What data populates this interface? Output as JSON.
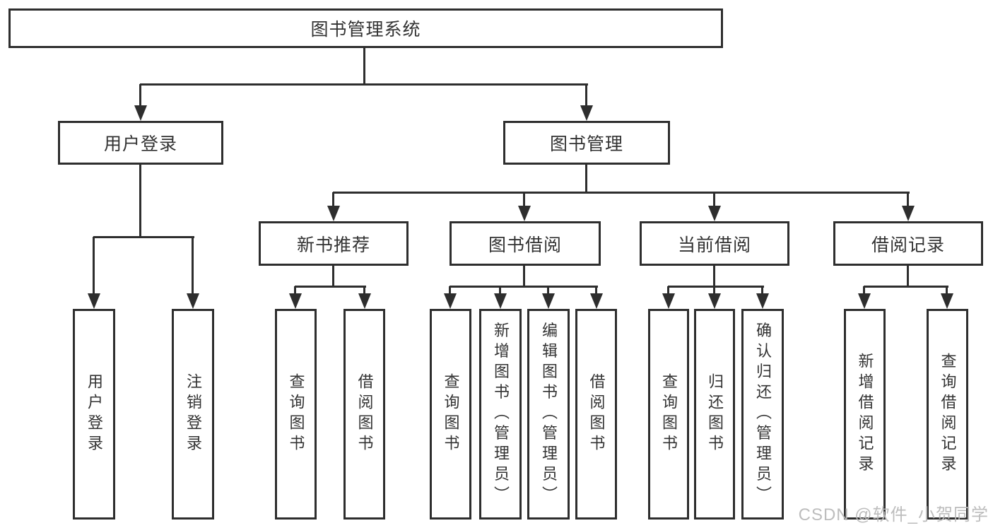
{
  "title": {
    "label": "图书管理系统"
  },
  "branches": {
    "user_login": {
      "label": "用户登录",
      "children": [
        {
          "label": "用户登录"
        },
        {
          "label": "注销登录"
        }
      ]
    },
    "book_mgmt": {
      "label": "图书管理",
      "children": [
        {
          "label": "新书推荐",
          "children": [
            {
              "label": "查询图书"
            },
            {
              "label": "借阅图书"
            }
          ]
        },
        {
          "label": "图书借阅",
          "children": [
            {
              "label": "查询图书"
            },
            {
              "label": "新增图书（管理员）"
            },
            {
              "label": "编辑图书（管理员）"
            },
            {
              "label": "借阅图书"
            }
          ]
        },
        {
          "label": "当前借阅",
          "children": [
            {
              "label": "查询图书"
            },
            {
              "label": "归还图书"
            },
            {
              "label": "确认归还（管理员）"
            }
          ]
        },
        {
          "label": "借阅记录",
          "children": [
            {
              "label": "新增借阅记录"
            },
            {
              "label": "查询借阅记录"
            }
          ]
        }
      ]
    }
  },
  "watermark": {
    "text": "CSDN @软件_小贺同学"
  },
  "colors": {
    "line": "#2e2e2e",
    "text": "#333333",
    "background": "#ffffff",
    "watermark": "#b9b9b9"
  }
}
